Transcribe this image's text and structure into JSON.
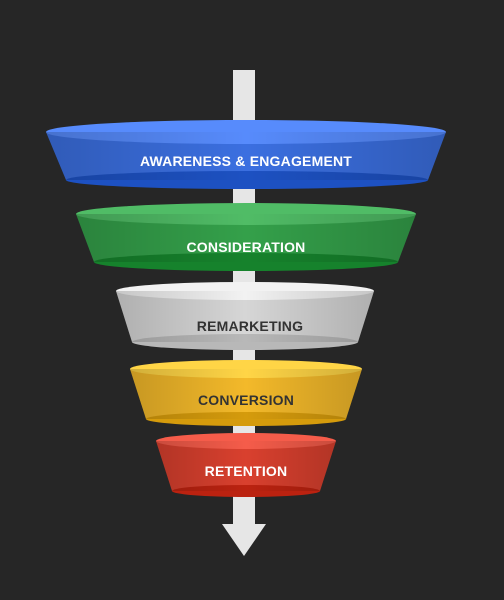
{
  "funnel": {
    "stages": [
      {
        "label": "AWARENESS & ENGAGEMENT",
        "color": "#3b6fe0",
        "text_color": "#ffffff"
      },
      {
        "label": "CONSIDERATION",
        "color": "#34a04a",
        "text_color": "#ffffff"
      },
      {
        "label": "REMARKETING",
        "color": "#d6d6d6",
        "text_color": "#333333"
      },
      {
        "label": "CONVERSION",
        "color": "#f3b92a",
        "text_color": "#333333"
      },
      {
        "label": "RETENTION",
        "color": "#d9402e",
        "text_color": "#ffffff"
      }
    ],
    "arrow_color": "#e6e6e6",
    "background_color": "#262626"
  }
}
